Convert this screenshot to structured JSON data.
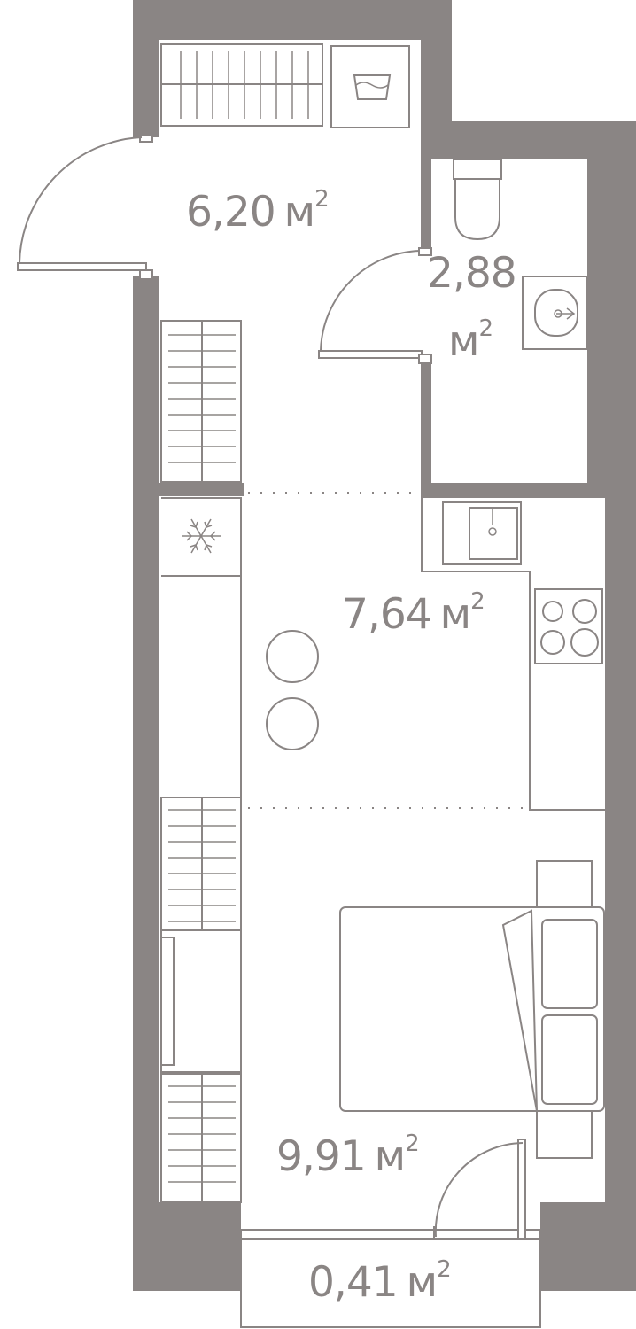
{
  "colors": {
    "wall": "#8a8584",
    "line": "#8a8584",
    "text": "#8a8584"
  },
  "rooms": [
    {
      "id": "hall",
      "area": "6,20",
      "unit": "м",
      "power": "2"
    },
    {
      "id": "bathroom",
      "area": "2,88",
      "unit": "м",
      "power": "2"
    },
    {
      "id": "kitchen",
      "area": "7,64",
      "unit": "м",
      "power": "2"
    },
    {
      "id": "bedroom",
      "area": "9,91",
      "unit": "м",
      "power": "2"
    },
    {
      "id": "balcony",
      "area": "0,41",
      "unit": "м",
      "power": "2"
    }
  ],
  "icons": {
    "fridge": "snowflake-icon",
    "washer": "washing-machine-icon",
    "toilet": "toilet-icon",
    "sink": "sink-icon",
    "stove": "stove-icon"
  }
}
